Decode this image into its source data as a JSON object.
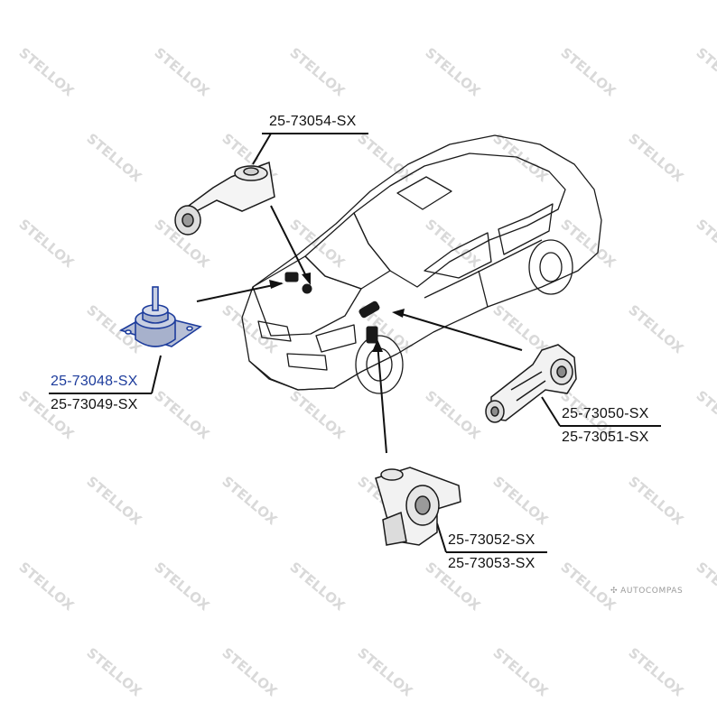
{
  "watermark": {
    "text": "STELLOX",
    "color": "#d9d9d9"
  },
  "parts": {
    "top_mount": {
      "label": "25-73054-SX"
    },
    "left_mount": {
      "label_primary": "25-73048-SX",
      "label_secondary": "25-73049-SX"
    },
    "right_mount": {
      "label_primary": "25-73050-SX",
      "label_secondary": "25-73051-SX"
    },
    "bottom_mount": {
      "label_primary": "25-73052-SX",
      "label_secondary": "25-73053-SX"
    }
  },
  "brand": {
    "text": "AUTOCOMPAS"
  },
  "colors": {
    "highlight": "#1d3c9c",
    "line": "#111111",
    "part_fill": "#b8c0d6"
  }
}
